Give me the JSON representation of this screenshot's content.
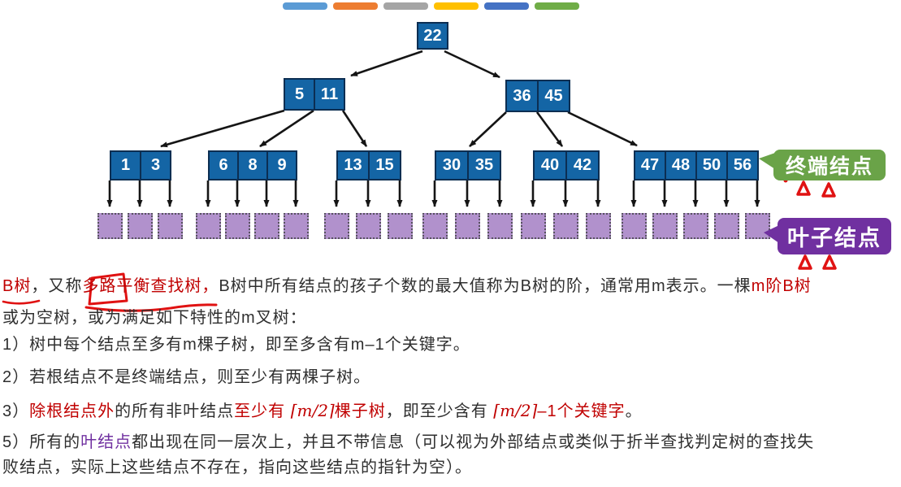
{
  "slide": {
    "top_bars": {
      "colors": [
        "#5b9bd5",
        "#ed7d31",
        "#a5a5a5",
        "#ffc000",
        "#4472c4",
        "#70ad47"
      ]
    }
  },
  "tree": {
    "root": {
      "keys": [
        "22"
      ]
    },
    "level2": [
      {
        "keys": [
          "5",
          "11"
        ]
      },
      {
        "keys": [
          "36",
          "45"
        ]
      }
    ],
    "level3": [
      {
        "keys": [
          "1",
          "3"
        ]
      },
      {
        "keys": [
          "6",
          "8",
          "9"
        ]
      },
      {
        "keys": [
          "13",
          "15"
        ]
      },
      {
        "keys": [
          "30",
          "35"
        ]
      },
      {
        "keys": [
          "40",
          "42"
        ]
      },
      {
        "keys": [
          "47",
          "48",
          "50",
          "56"
        ]
      }
    ],
    "leaf_counts": [
      3,
      4,
      3,
      3,
      3,
      5
    ]
  },
  "callouts": {
    "terminal_label": "终端结点",
    "leaf_label": "叶子结点"
  },
  "colors": {
    "node_fill": "#1465a5",
    "node_border": "#0c2e52",
    "leaf_fill": "#b191cc",
    "bubble_green": "#6aa348",
    "bubble_purple": "#7030a0",
    "text_red": "#c00000",
    "pen_red": "#e01212",
    "text_dark": "#2f2f2f"
  },
  "text": {
    "lines": [
      {
        "segments": [
          {
            "t": "B树",
            "c": "red"
          },
          {
            "t": "，又称",
            "c": ""
          },
          {
            "t": "多路平衡查找树，",
            "c": "red"
          },
          {
            "t": "B树中所有结点的孩子个数的最大值称为B树的阶，通常用m表示。一棵",
            "c": ""
          },
          {
            "t": "m阶B树",
            "c": "red"
          }
        ]
      },
      {
        "segments": [
          {
            "t": "或为空树，或为满足如下特性的m叉树：",
            "c": ""
          }
        ]
      },
      {
        "segments": [
          {
            "t": "1）树中每个结点至多有m棵子树，即至多含有m–1个关键字。",
            "c": ""
          }
        ]
      },
      {
        "segments": [
          {
            "t": "2）若根结点不是终端结点，则至少有两棵子树。",
            "c": ""
          }
        ]
      },
      {
        "segments": [
          {
            "t": "3）",
            "c": ""
          },
          {
            "t": "除根结点外",
            "c": "red"
          },
          {
            "t": "的所有非叶结点",
            "c": ""
          },
          {
            "t": "至少有 ",
            "c": "red"
          },
          {
            "t": "⌈m/2⌉",
            "c": "red math"
          },
          {
            "t": "棵子树",
            "c": "red"
          },
          {
            "t": "，即至少含有 ",
            "c": ""
          },
          {
            "t": "⌈m/2⌉",
            "c": "red math"
          },
          {
            "t": "–1个关键字",
            "c": "red"
          },
          {
            "t": "。",
            "c": ""
          }
        ]
      },
      {
        "segments": [
          {
            "t": "5）所有的",
            "c": ""
          },
          {
            "t": "叶结点",
            "c": "purple"
          },
          {
            "t": "都出现在同一层次上，并且不带信息（可以视为外部结点或类似于折半查找判定树的查找失",
            "c": ""
          }
        ]
      },
      {
        "segments": [
          {
            "t": "败结点，实际上这些结点不存在，指向这些结点的指针为空）。",
            "c": ""
          }
        ]
      }
    ]
  }
}
